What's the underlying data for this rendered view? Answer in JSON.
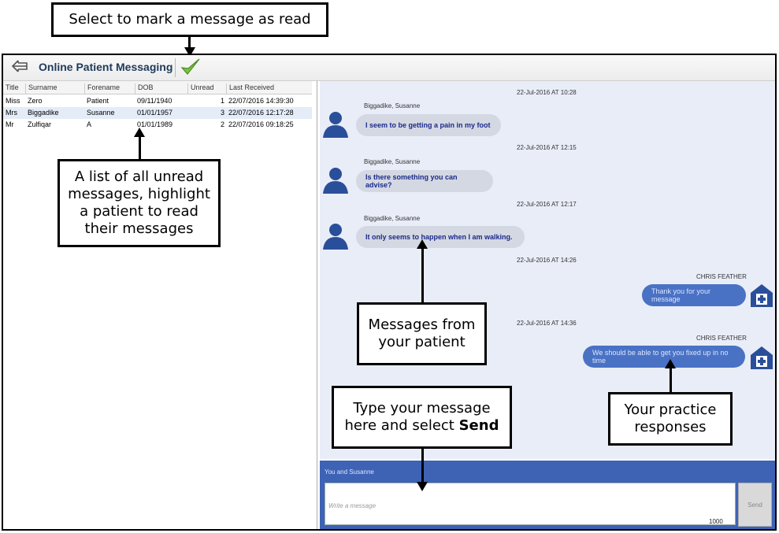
{
  "callouts": {
    "mark_read": "Select to mark a message as read",
    "list_info": "A list of all unread messages, highlight a patient to read their messages",
    "patient_msgs": "Messages from your patient",
    "type_msg_pre": "Type your message here and select ",
    "type_msg_bold": "Send",
    "practice": "Your practice responses"
  },
  "toolbar": {
    "title": "Online Patient Messaging",
    "back_icon": "back-arrow-icon",
    "mark_read_icon": "checkmark-icon"
  },
  "list": {
    "headers": [
      "Title",
      "Surname",
      "Forename",
      "DOB",
      "Unread",
      "Last Received"
    ],
    "rows": [
      {
        "title": "Miss",
        "surname": "Zero",
        "forename": "Patient",
        "dob": "09/11/1940",
        "unread": "1",
        "last": "22/07/2016 14:39:30"
      },
      {
        "title": "Mrs",
        "surname": "Biggadike",
        "forename": "Susanne",
        "dob": "01/01/1957",
        "unread": "3",
        "last": "22/07/2016 12:17:28"
      },
      {
        "title": "Mr",
        "surname": "Zulfiqar",
        "forename": "A",
        "dob": "01/01/1989",
        "unread": "2",
        "last": "22/07/2016 09:18:25"
      }
    ]
  },
  "chat": {
    "messages": [
      {
        "ts": "22-Jul-2016 AT 10:28",
        "sender": "Biggadike, Susanne",
        "text": "I seem to be getting a pain in my foot"
      },
      {
        "ts": "22-Jul-2016 AT 12:15",
        "sender": "Biggadike, Susanne",
        "text": "Is there something you can advise?"
      },
      {
        "ts": "22-Jul-2016 AT 12:17",
        "sender": "Biggadike, Susanne",
        "text": "It only seems to happen when I am walking."
      },
      {
        "ts": "22-Jul-2016 AT 14:26",
        "sender": "CHRIS FEATHER",
        "text": "Thank you for your message"
      },
      {
        "ts": "22-Jul-2016 AT 14:36",
        "sender": "CHRIS FEATHER",
        "text": "We should be able to get you fixed up in no time"
      }
    ]
  },
  "compose": {
    "label": "You and Susanne",
    "placeholder": "Write a message",
    "counter": "1000",
    "send": "Send"
  },
  "colors": {
    "chat_bg": "#e9edf8",
    "compose_bg": "#3e63b5",
    "outgoing_bubble": "#4a72c4",
    "incoming_bubble": "#d4d8e3"
  }
}
